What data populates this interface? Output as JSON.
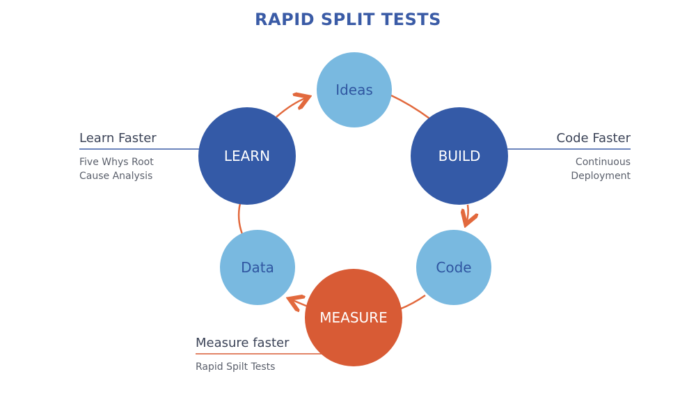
{
  "title": "RAPID SPLIT TESTS",
  "nodes": {
    "ideas": "Ideas",
    "build": "BUILD",
    "code": "Code",
    "measure": "MEASURE",
    "data": "Data",
    "learn": "LEARN"
  },
  "annotations": {
    "learn": {
      "heading": "Learn Faster",
      "line1": "Five Whys Root",
      "line2": "Cause Analysis"
    },
    "build": {
      "heading": "Code Faster",
      "line1": "Continuous",
      "line2": "Deployment"
    },
    "measure": {
      "heading": "Measure faster",
      "line1": "Rapid Spilt Tests"
    }
  },
  "colors": {
    "title": "#3a5ba6",
    "dark_blue": "#345aa7",
    "light_blue": "#79b9e0",
    "orange": "#d85b35",
    "arrow": "#e2693d"
  }
}
